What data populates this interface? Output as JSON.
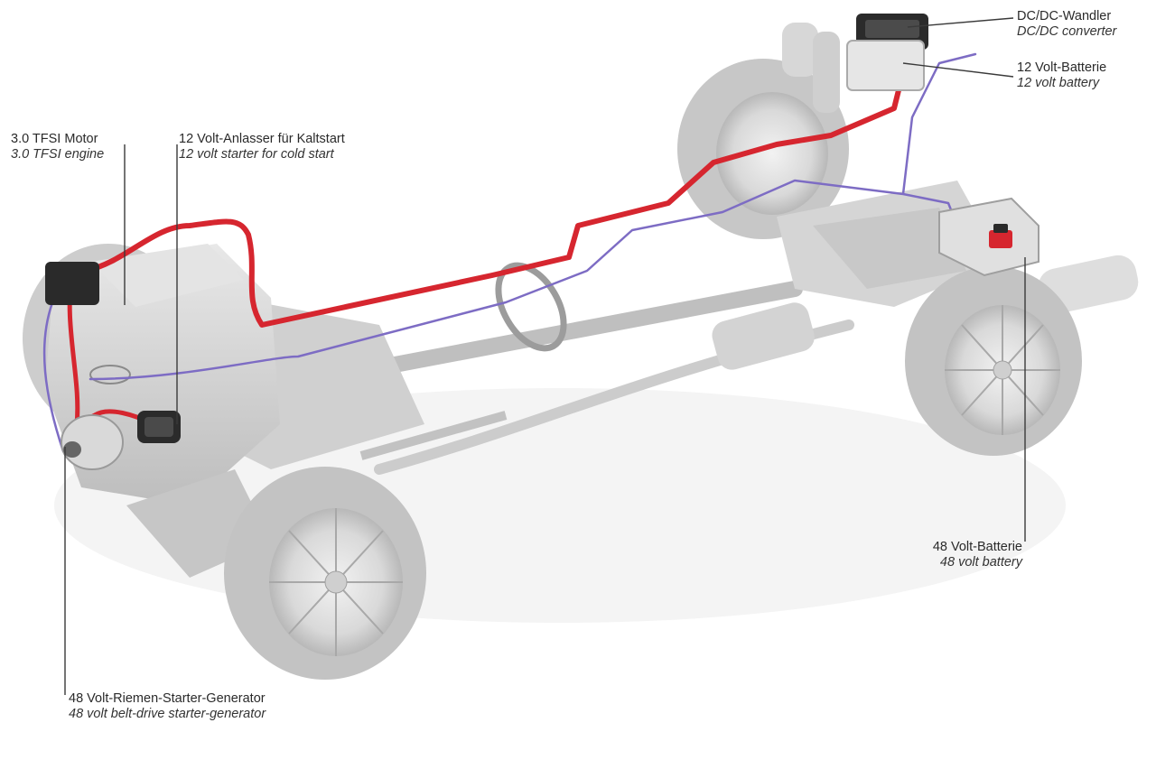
{
  "labels": {
    "engine": {
      "de": "3.0 TFSI Motor",
      "en": "3.0 TFSI engine"
    },
    "starter": {
      "de": "12 Volt-Anlasser für Kaltstart",
      "en": "12 volt starter for cold start"
    },
    "dcdc": {
      "de": "DC/DC-Wandler",
      "en": "DC/DC converter"
    },
    "battery12": {
      "de": "12 Volt-Batterie",
      "en": "12 volt battery"
    },
    "battery48": {
      "de": "48 Volt-Batterie",
      "en": "48 volt battery"
    },
    "bsg": {
      "de": "48 Volt-Riemen-Starter-Generator",
      "en": "48 volt belt-drive starter-generator"
    }
  },
  "colors": {
    "wire_12v": "#d6262f",
    "wire_48v": "#7d6cc4",
    "leader": "#3a3a3a",
    "chassis": "#c9c9c9",
    "tire": "#bdbdbd"
  }
}
